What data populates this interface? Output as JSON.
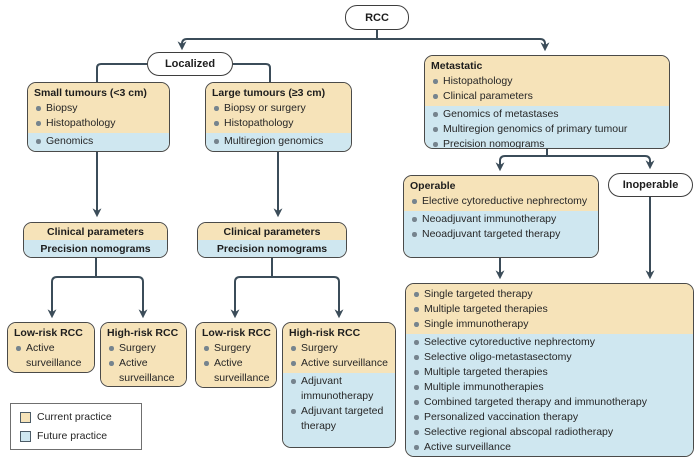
{
  "palette": {
    "current_practice": "#F6E3B9",
    "future_practice": "#CFE7F0",
    "arrow": "#3B4C59",
    "box_border": "#4A4A49"
  },
  "root": {
    "label": "RCC"
  },
  "labels": {
    "localized": "Localized",
    "inoperable": "Inoperable"
  },
  "boxes": {
    "small": {
      "title": "Small tumours (<3 cm)",
      "current": [
        "Biopsy",
        "Histopathology"
      ],
      "future": [
        "Genomics"
      ]
    },
    "large": {
      "title": "Large tumours (≥3 cm)",
      "current": [
        "Biopsy or surgery",
        "Histopathology"
      ],
      "future": [
        "Multiregion genomics"
      ]
    },
    "metastatic": {
      "title": "Metastatic",
      "current": [
        "Histopathology",
        "Clinical parameters"
      ],
      "future": [
        "Genomics of metastases",
        "Multiregion genomics of primary tumour",
        "Precision nomograms"
      ]
    },
    "clinical_a": {
      "current_label": "Clinical parameters",
      "future_label": "Precision nomograms"
    },
    "clinical_b": {
      "current_label": "Clinical parameters",
      "future_label": "Precision nomograms"
    },
    "low_risk_a": {
      "title": "Low-risk RCC",
      "current": [
        "Active surveillance"
      ]
    },
    "high_risk_a": {
      "title": "High-risk RCC",
      "current": [
        "Surgery",
        "Active surveillance"
      ]
    },
    "low_risk_b": {
      "title": "Low-risk RCC",
      "current": [
        "Surgery",
        "Active surveillance"
      ]
    },
    "high_risk_b": {
      "title": "High-risk RCC",
      "current": [
        "Surgery",
        "Active surveillance"
      ],
      "future": [
        "Adjuvant immunotherapy",
        "Adjuvant targeted therapy"
      ]
    },
    "operable": {
      "title": "Operable",
      "current": [
        "Elective cytoreductive nephrectomy"
      ],
      "future": [
        "Neoadjuvant immunotherapy",
        "Neoadjuvant targeted therapy"
      ]
    },
    "metastatic_treatments": {
      "current": [
        "Single targeted therapy",
        "Multiple targeted therapies",
        "Single immunotherapy"
      ],
      "future": [
        "Selective cytoreductive nephrectomy",
        "Selective oligo-metastasectomy",
        "Multiple targeted therapies",
        "Multiple immunotherapies",
        "Combined targeted therapy and immunotherapy",
        "Personalized vaccination therapy",
        "Selective regional abscopal radiotherapy",
        "Active surveillance"
      ]
    }
  },
  "legend": {
    "current_label": "Current practice",
    "future_label": "Future practice"
  }
}
